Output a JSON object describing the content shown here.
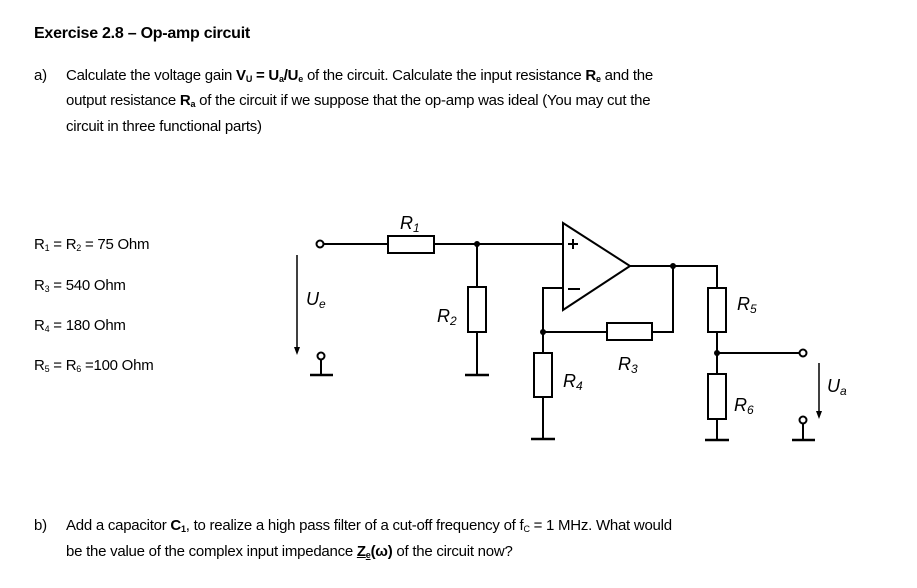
{
  "title": "Exercise 2.8 – Op-amp circuit",
  "part_a": {
    "marker": "a)",
    "l1": [
      "Calculate the voltage gain ",
      "V",
      "U",
      " = U",
      "a",
      "/U",
      "e",
      " of the circuit. Calculate the input resistance ",
      "R",
      "e",
      " and the"
    ],
    "l2": [
      "output resistance ",
      "R",
      "a",
      " of the circuit if we suppose that the op-amp was ideal (You may cut the"
    ],
    "l3": "circuit in three functional parts)"
  },
  "values": [
    [
      "R",
      "1",
      " = R",
      "2",
      " = 75 Ohm"
    ],
    [
      "R",
      "3",
      " = 540 Ohm"
    ],
    [
      "R",
      "4",
      " = 180 Ohm"
    ],
    [
      "R",
      "5",
      " = R",
      "6",
      " =100 Ohm"
    ]
  ],
  "circuit": {
    "labels": {
      "R1": [
        "R",
        "1"
      ],
      "R2": [
        "R",
        "2"
      ],
      "R3": [
        "R",
        "3"
      ],
      "R4": [
        "R",
        "4"
      ],
      "R5": [
        "R",
        "5"
      ],
      "R6": [
        "R",
        "6"
      ],
      "Ue": [
        "U",
        "e"
      ],
      "Ua": [
        "U",
        "a"
      ]
    },
    "plus": "+",
    "minus": "–"
  },
  "part_b": {
    "marker": "b)",
    "l1": [
      "Add a capacitor ",
      "C",
      "1",
      ", to realize a high pass filter of a cut-off frequency of f",
      "C",
      " = 1 MHz.  What would"
    ],
    "l2": [
      "be the value of the complex input impedance ",
      "Z",
      "e",
      "(ω)",
      " of the circuit now?"
    ]
  }
}
